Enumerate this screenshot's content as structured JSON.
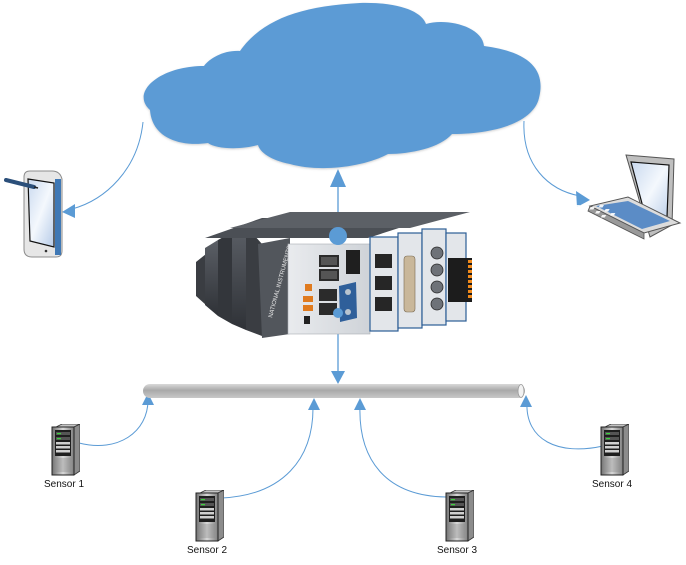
{
  "diagram": {
    "title": "",
    "colors": {
      "cloud": "#5b9bd5",
      "connector": "#5b9bd5",
      "arrowhead": "#5b9bd5",
      "bus": "#a6a6a6",
      "background": "#ffffff"
    },
    "nodes": {
      "cloud": {
        "id": "cloud",
        "kind": "cloud",
        "label": ""
      },
      "tablet": {
        "id": "tablet",
        "kind": "tablet-device",
        "label": ""
      },
      "laptop": {
        "id": "laptop",
        "kind": "laptop-device",
        "label": ""
      },
      "controller": {
        "id": "controller",
        "kind": "compactrio-controller",
        "label": "",
        "brand_text": "NATIONAL INSTRUMENTS"
      },
      "bus": {
        "id": "bus",
        "kind": "bus-pipe",
        "label": ""
      },
      "sensors": [
        {
          "id": "sensor-1",
          "kind": "server-tower",
          "label": "Sensor 1"
        },
        {
          "id": "sensor-2",
          "kind": "server-tower",
          "label": "Sensor 2"
        },
        {
          "id": "sensor-3",
          "kind": "server-tower",
          "label": "Sensor 3"
        },
        {
          "id": "sensor-4",
          "kind": "server-tower",
          "label": "Sensor 4"
        }
      ]
    },
    "edges": [
      {
        "from": "controller",
        "to": "cloud",
        "style": "straight",
        "arrow": "end",
        "start_marker": "dot"
      },
      {
        "from": "controller",
        "to": "bus",
        "style": "straight",
        "arrow": "end",
        "start_marker": "dot"
      },
      {
        "from": "cloud",
        "to": "tablet",
        "style": "curved",
        "arrow": "end"
      },
      {
        "from": "cloud",
        "to": "laptop",
        "style": "curved",
        "arrow": "end"
      },
      {
        "from": "sensor-1",
        "to": "bus",
        "style": "curved",
        "arrow": "end"
      },
      {
        "from": "sensor-2",
        "to": "bus",
        "style": "curved",
        "arrow": "end"
      },
      {
        "from": "sensor-3",
        "to": "bus",
        "style": "curved",
        "arrow": "end"
      },
      {
        "from": "sensor-4",
        "to": "bus",
        "style": "curved",
        "arrow": "end"
      }
    ]
  }
}
